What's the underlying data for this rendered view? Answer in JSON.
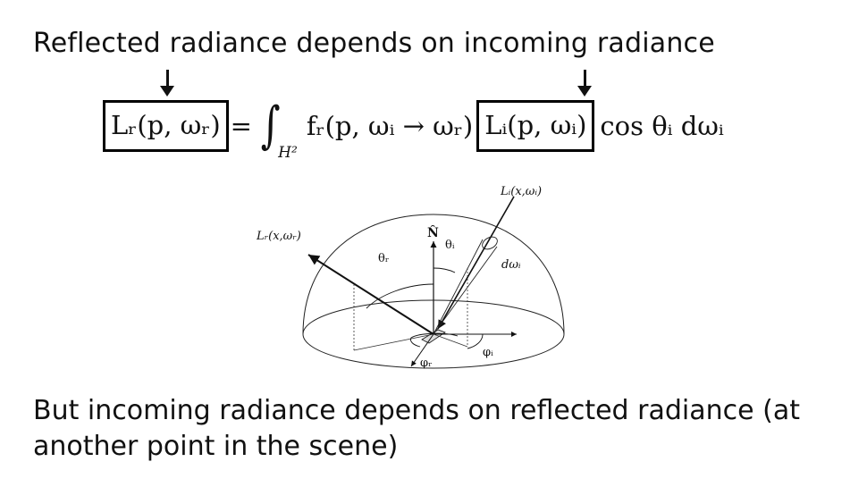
{
  "headline": "Reflected radiance depends on incoming radiance",
  "equation": {
    "lhs": "Lᵣ(p, ωᵣ)",
    "equals": "=",
    "integral_sign": "∫",
    "integral_domain": "H²",
    "brdf": "fᵣ(p, ωᵢ → ωᵣ)",
    "incoming": "Lᵢ(p, ωᵢ)",
    "tail": "cos θᵢ dωᵢ"
  },
  "diagram_labels": {
    "incoming_ray": "Lᵢ(x,ωᵢ)",
    "reflected_ray": "Lᵣ(x,ωᵣ)",
    "normal": "N̂",
    "theta_r": "θᵣ",
    "theta_i": "θᵢ",
    "solid_angle": "dωᵢ",
    "phi_r": "φᵣ",
    "phi_i": "φᵢ"
  },
  "footer": "But incoming radiance depends on reflected radiance (at another point in the scene)"
}
